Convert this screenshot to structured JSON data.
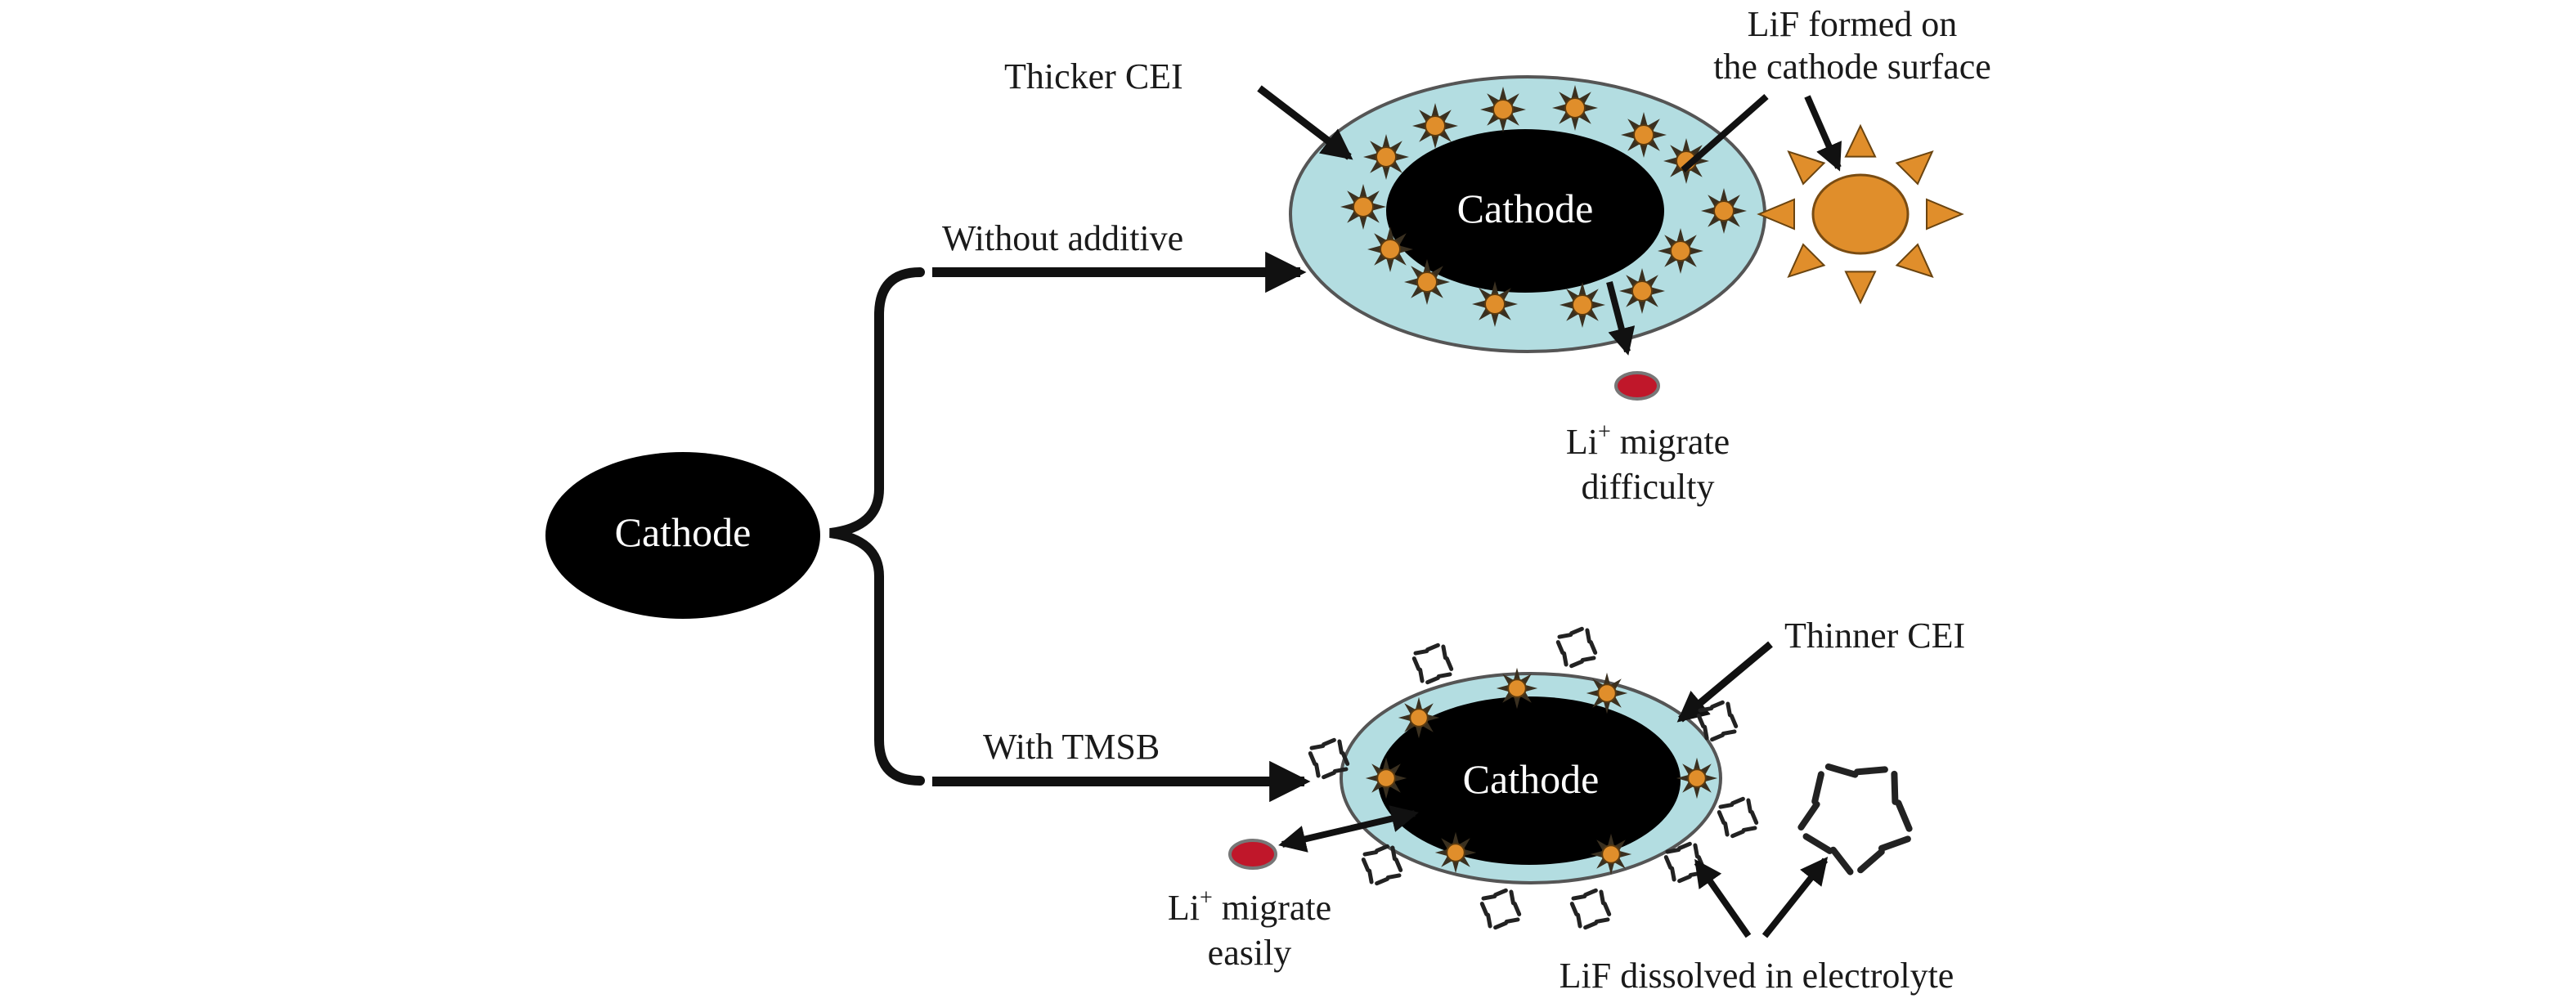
{
  "left_cathode": {
    "label": "Cathode"
  },
  "branches": {
    "top": {
      "label": "Without additive"
    },
    "bottom": {
      "label": "With TMSB"
    }
  },
  "top_particle": {
    "cathode_label": "Cathode",
    "cei_label": "Thicker CEI",
    "lif_label_line1": "LiF formed on",
    "lif_label_line2": "the cathode surface",
    "li_symbol": "Li",
    "li_charge": "+",
    "li_line1_rest": " migrate",
    "li_line2": "difficulty"
  },
  "bottom_particle": {
    "cathode_label": "Cathode",
    "cei_label": "Thinner CEI",
    "li_symbol": "Li",
    "li_charge": "+",
    "li_line1_rest": " migrate",
    "li_line2": "easily",
    "lif_label": "LiF dissolved in electrolyte"
  },
  "colors": {
    "cathode": "#000000",
    "cei_fill": "#b3dde1",
    "cei_stroke": "#555555",
    "lif_core": "#e08e2b",
    "lif_spike": "#3a3020",
    "li_ion": "#c0172a",
    "arrow": "#111111",
    "text": "#1a1a1a"
  }
}
